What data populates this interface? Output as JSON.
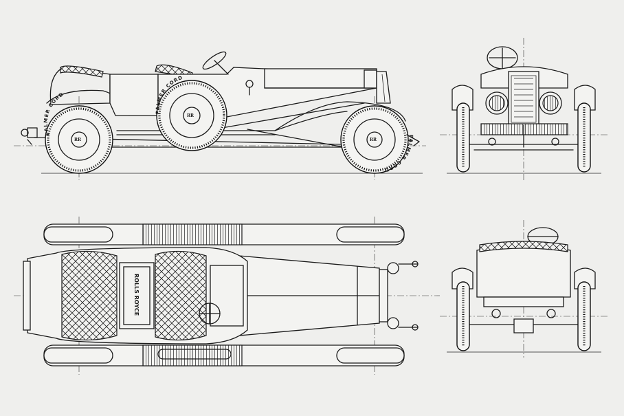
{
  "drawing": {
    "views": [
      "side-elevation",
      "front-elevation",
      "plan-view",
      "rear-elevation"
    ],
    "tyre_marking": "PALMER CORD",
    "plate_text": "ROLLS ROYCE",
    "hub_monogram": "RR",
    "line_color": "#1a1a1a",
    "paper_color": "#efefed"
  }
}
